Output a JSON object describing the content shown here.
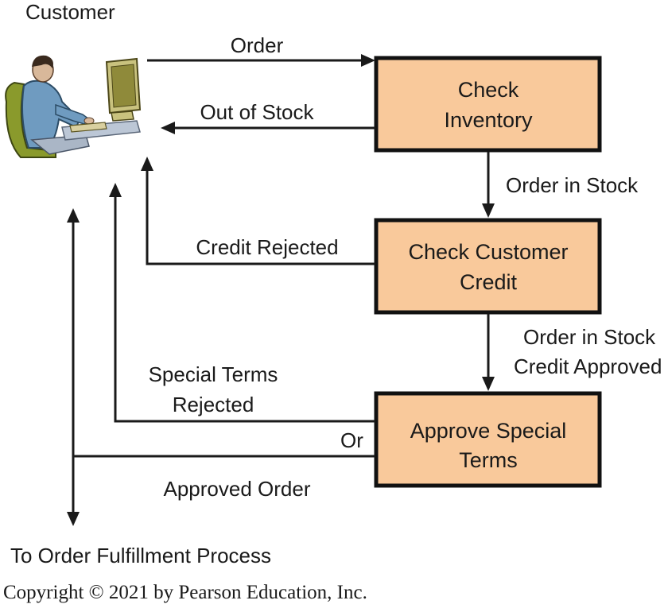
{
  "customer_label": "Customer",
  "colors": {
    "box_fill": "#f9c99b",
    "box_border": "#111111",
    "line": "#1a1a1a"
  },
  "boxes": {
    "check_inventory": {
      "line1": "Check",
      "line2": "Inventory"
    },
    "check_credit": {
      "line1": "Check Customer",
      "line2": "Credit"
    },
    "approve_terms": {
      "line1": "Approve Special",
      "line2": "Terms"
    }
  },
  "edges": {
    "order": "Order",
    "out_of_stock": "Out of Stock",
    "order_in_stock": "Order in Stock",
    "credit_rejected": "Credit Rejected",
    "order_in_stock_2": "Order in Stock",
    "credit_approved": "Credit Approved",
    "special_terms_line1": "Special Terms",
    "special_terms_line2": "Rejected",
    "or": "Or",
    "approved_order": "Approved Order"
  },
  "fulfillment_label": "To Order Fulfillment Process",
  "copyright": "Copyright © 2021 by Pearson Education, Inc.",
  "icons": {
    "customer": "person-at-computer-icon"
  }
}
